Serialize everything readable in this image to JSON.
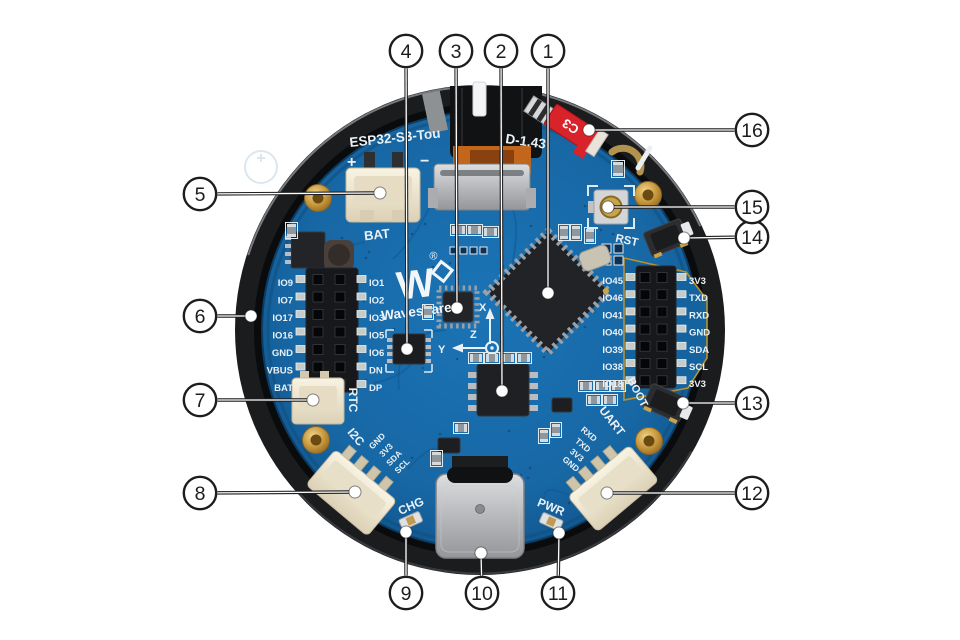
{
  "figure": {
    "type": "annotated-hardware-diagram",
    "background": "#ffffff"
  },
  "board": {
    "name_fragments": {
      "left": "ESP32-S3-Tou",
      "right": "D-1.43"
    },
    "brand": {
      "logo": "W",
      "registered": "®",
      "name": "Waveshare"
    },
    "antenna_chip_label": "C3",
    "silkscreen": {
      "bat": "BAT",
      "rtc": "RTC",
      "i2c": "I2C",
      "chg": "CHG",
      "pwr": "PWR",
      "uart": "UART",
      "boot": "BOOT",
      "rst": "RST",
      "plus": "+",
      "minus": "−"
    },
    "axis": {
      "x": "X",
      "y": "Y",
      "z": "Z"
    },
    "left_header": {
      "outer": [
        "IO9",
        "IO7",
        "IO17",
        "IO16",
        "GND",
        "VBUS",
        "BAT"
      ],
      "inner": [
        "IO1",
        "IO2",
        "IO3",
        "IO5",
        "IO6",
        "DN",
        "DP"
      ]
    },
    "right_header": {
      "inner": [
        "IO45",
        "IO46",
        "IO41",
        "IO40",
        "IO39",
        "IO38",
        "IO18"
      ],
      "outer": [
        "3V3",
        "TXD",
        "RXD",
        "GND",
        "SDA",
        "SCL",
        "3V3"
      ]
    },
    "i2c_pins": [
      "GND",
      "3V3",
      "SDA",
      "SCL"
    ],
    "uart_pins": [
      "RXD",
      "TXD",
      "3V3",
      "GND"
    ]
  },
  "callouts": {
    "numbers": [
      "1",
      "2",
      "3",
      "4",
      "5",
      "6",
      "7",
      "8",
      "9",
      "10",
      "11",
      "12",
      "13",
      "14",
      "15",
      "16"
    ]
  },
  "colors": {
    "pcb": "#1767a4",
    "bezel": "#1b1c1e",
    "silkscreen": "#eaf1f6",
    "gold": "#c9993f",
    "antenna_red": "#d8232a",
    "connector_ivory": "#f0e8d4",
    "callout_ink": "#1d1d1f",
    "background": "#ffffff"
  }
}
